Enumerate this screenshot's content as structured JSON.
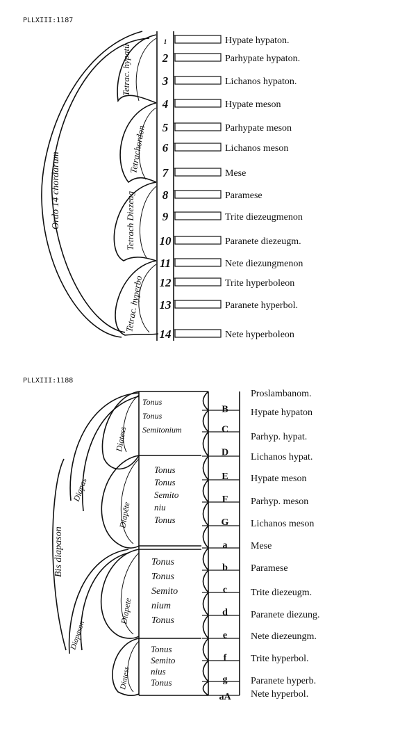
{
  "figure1": {
    "caption": "PLLXIII:1187",
    "ordo_label": "Ordo 14 chordarum",
    "group_labels": [
      "Tetrac. hypatū",
      "Tetrachordon",
      "Tetrach Diezeug",
      "Tetrac. hyperbo"
    ],
    "numbers": [
      "1",
      "2",
      "3",
      "4",
      "5",
      "6",
      "7",
      "8",
      "9",
      "10",
      "11",
      "12",
      "13",
      "14"
    ],
    "strings": [
      "Hypate hypaton.",
      "Parhypate hypaton.",
      "Lichanos hypaton.",
      "Hypate meson",
      "Parhypate meson",
      "Lichanos meson",
      "Mese",
      "Paramese",
      "Trite diezeugmenon",
      "Paranete diezeugm.",
      "Nete diezungmenon",
      "Trite hyperboleon",
      "Paranete hyperbol.",
      "Nete hyperboleon"
    ]
  },
  "figure2": {
    "caption": "PLLXIII:1188",
    "bis_label": "Bis diapason",
    "diapason_labels": [
      "Diapas",
      "Diapason"
    ],
    "group_labels": [
      "Diatess",
      "Diapēte",
      "Diapete",
      "Diatess"
    ],
    "interval_groups": [
      [
        "Tonus",
        "Tonus",
        "Semitonium"
      ],
      [
        "Tonus",
        "Tonus",
        "Semito",
        "niu",
        "Tonus"
      ],
      [
        "Tonus",
        "Tonus",
        "Semito",
        "nium",
        "Tonus"
      ],
      [
        "Tonus",
        "Semito",
        "nius",
        "Tonus"
      ]
    ],
    "letters": [
      "B",
      "C",
      "D",
      "E",
      "F",
      "G",
      "a",
      "b",
      "c",
      "d",
      "e",
      "f",
      "g",
      "aA"
    ],
    "strings": [
      "Proslambanom.",
      "Hypate hypaton",
      "Parhyp. hypat.",
      "Lichanos hypat.",
      "Hypate meson",
      "Parhyp. meson",
      "Lichanos meson",
      "Mese",
      "Paramese",
      "Trite diezeugm.",
      "Paranete diezung.",
      "Nete diezeungm.",
      "Trite hyperbol.",
      "Paranete hyperb.",
      "Nete hyperbol."
    ]
  }
}
